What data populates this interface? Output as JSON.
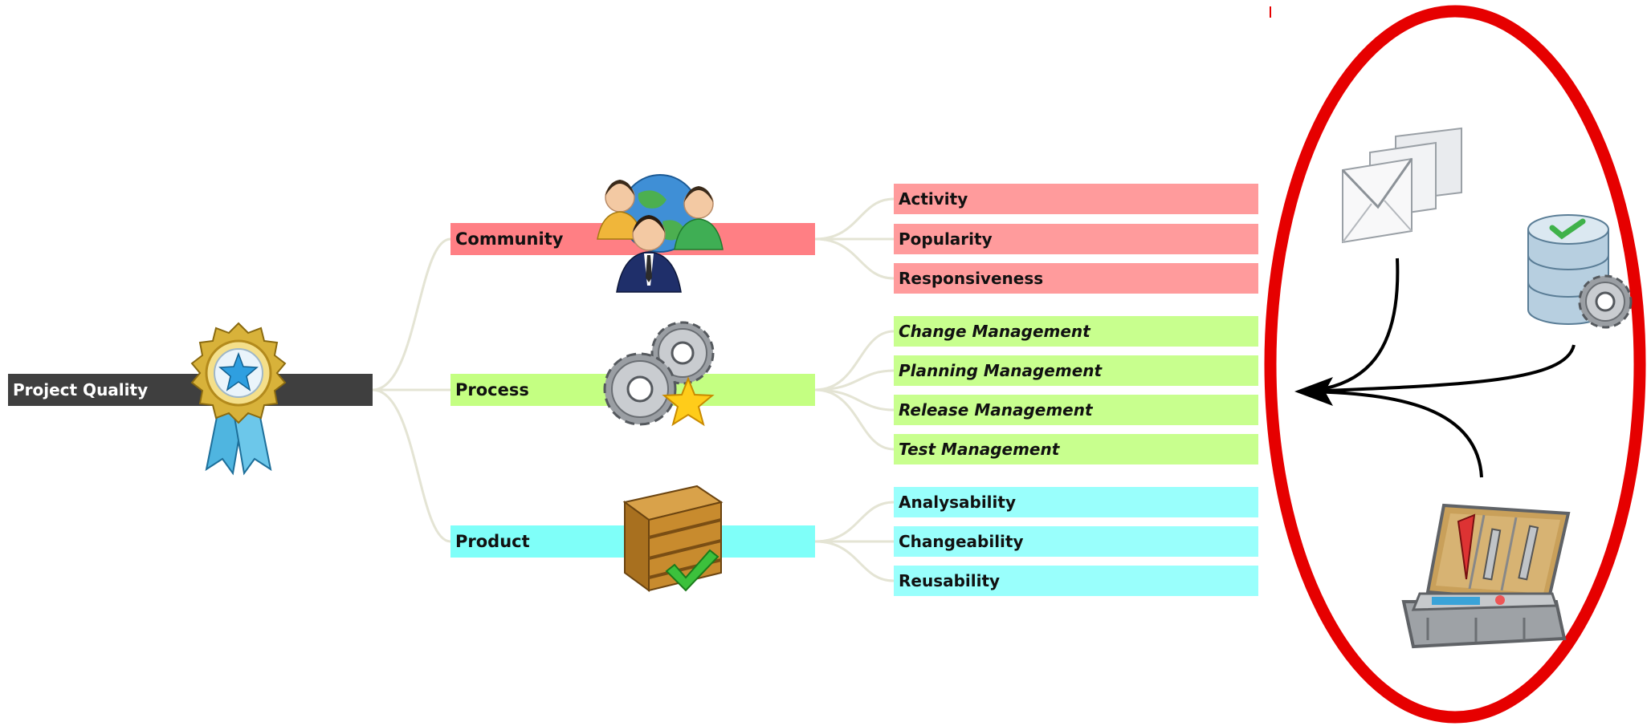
{
  "root": {
    "label": "Project Quality"
  },
  "categories": [
    {
      "key": "community",
      "label": "Community",
      "leaves": [
        "Activity",
        "Popularity",
        "Responsiveness"
      ],
      "italic": false
    },
    {
      "key": "process",
      "label": "Process",
      "leaves": [
        "Change Management",
        "Planning Management",
        "Release Management",
        "Test Management"
      ],
      "italic": true
    },
    {
      "key": "product",
      "label": "Product",
      "leaves": [
        "Analysability",
        "Changeability",
        "Reusability"
      ],
      "italic": false
    }
  ],
  "icons": {
    "root": "award-ribbon-icon",
    "community": "people-globe-icon",
    "process": "gears-star-icon",
    "product": "crate-check-icon",
    "sources": [
      "mail-stack-icon",
      "database-gear-icon",
      "toolbox-icon"
    ]
  },
  "colors": {
    "root": "#3f3f3f",
    "community": "#ff7f84",
    "process": "#c4ff82",
    "product": "#7ffff9",
    "highlight": "#e60000"
  }
}
